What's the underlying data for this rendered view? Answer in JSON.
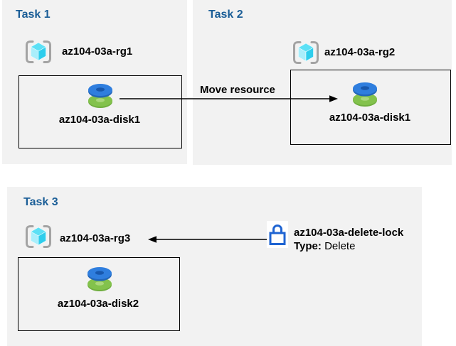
{
  "diagram": {
    "tasks": [
      {
        "title": "Task 1",
        "resource_group": "az104-03a-rg1",
        "resource": "az104-03a-disk1"
      },
      {
        "title": "Task 2",
        "resource_group": "az104-03a-rg2",
        "resource": "az104-03a-disk1"
      },
      {
        "title": "Task 3",
        "resource_group": "az104-03a-rg3",
        "resource": "az104-03a-disk2"
      }
    ],
    "move_arrow": {
      "label": "Move resource"
    },
    "delete_lock": {
      "name": "az104-03a-delete-lock",
      "type_label": "Type:",
      "type_value": "Delete"
    },
    "icons": {
      "resource_group": "resource-group-icon",
      "disk": "disk-icon",
      "lock": "lock-icon"
    },
    "colors": {
      "panel_background": "#f2f2f2",
      "task_heading": "#1b5e97",
      "disk_top_blue": "#2f7ede",
      "disk_bottom_green": "#83c24c",
      "cube_cyan": "#5ce0f5",
      "bracket_gray": "#a3a3a3",
      "lock_blue": "#1f64d2",
      "arrow_black": "#000000"
    }
  }
}
